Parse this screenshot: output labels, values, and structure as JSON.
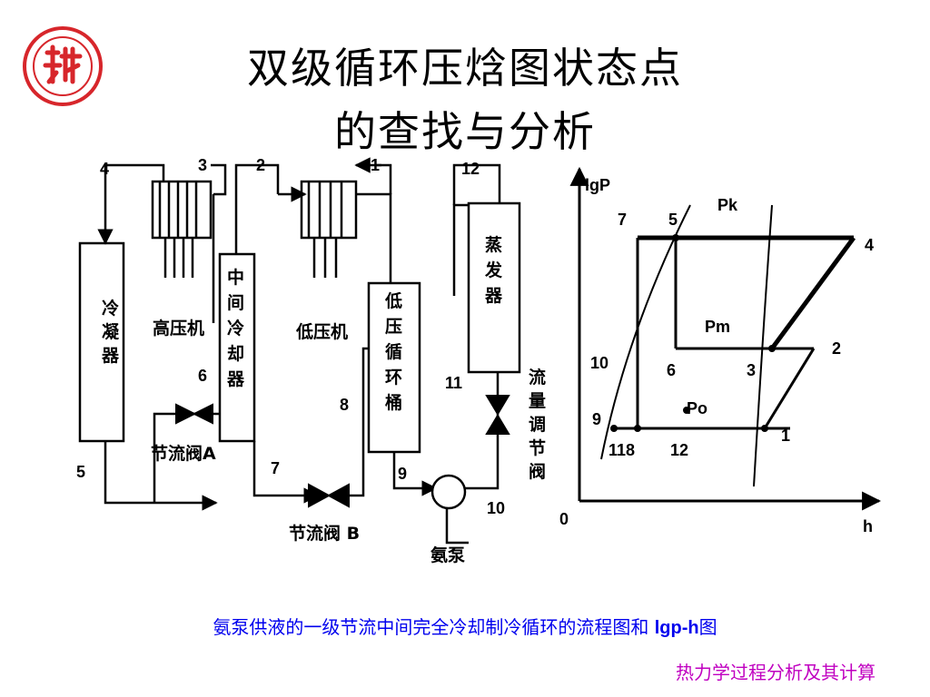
{
  "slide": {
    "title_line1": "双级循环压焓图状态点",
    "title_line2": "的查找与分析",
    "caption_text": "氨泵供液的一级节流中间完全冷却制冷循环的流程图和 ",
    "caption_bold": "lgp-h",
    "caption_tail": "图",
    "footer": "热力学过程分析及其计算"
  },
  "logo": {
    "icon": "university-seal-icon",
    "color": "#d7262b"
  },
  "flow": {
    "components": {
      "condenser": [
        "冷",
        "凝",
        "器"
      ],
      "high_compressor": "高压机",
      "intercooler": [
        "中",
        "间",
        "冷",
        "却",
        "器"
      ],
      "low_compressor": "低压机",
      "drum": [
        "低",
        "压",
        "循",
        "环",
        "桶"
      ],
      "evaporator": [
        "蒸",
        "发",
        "器"
      ],
      "valve_a": "节流阀A",
      "valve_b": "节流阀 B",
      "pump": "氨泵",
      "flow_valve": [
        "流",
        "量",
        "调",
        "节",
        "阀"
      ]
    },
    "points": [
      "1",
      "2",
      "3",
      "4",
      "5",
      "6",
      "7",
      "8",
      "9",
      "10",
      "11",
      "12"
    ]
  },
  "lgph": {
    "y_axis": "lgP",
    "x_axis": "h",
    "origin": "0",
    "isobars": {
      "high": "Pk",
      "mid": "Pm",
      "low": "Po"
    },
    "points": {
      "p1": "1",
      "p2": "2",
      "p3": "3",
      "p4": "4",
      "p5": "5",
      "p6": "6",
      "p7": "7",
      "p9": "9",
      "p10": "10",
      "p118": "118",
      "p12": "12"
    }
  },
  "colors": {
    "caption": "#0000ee",
    "footer": "#c000c0",
    "line": "#000000"
  }
}
